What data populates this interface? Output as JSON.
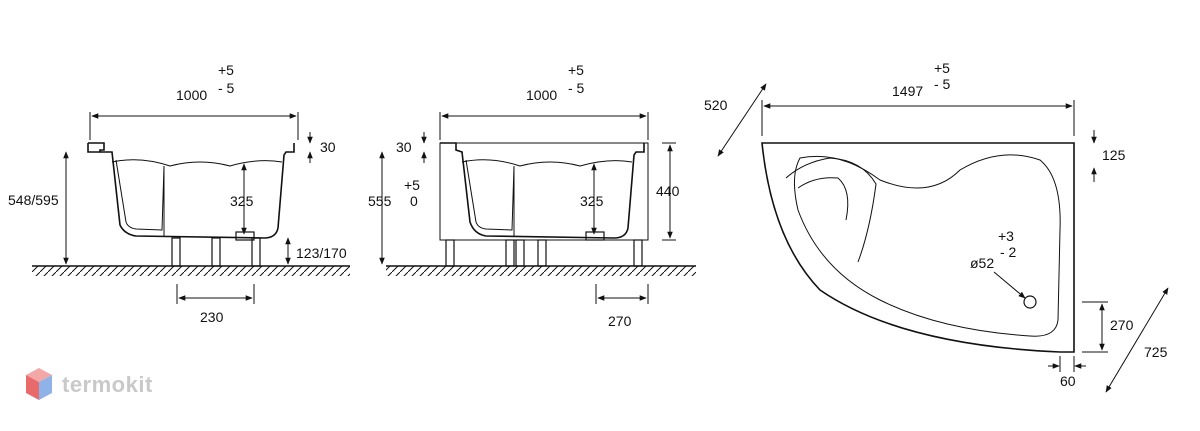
{
  "view_front_left": {
    "width_label": "1000",
    "width_tol_plus": "+5",
    "width_tol_minus": "- 5",
    "rim_label": "30",
    "height_label": "548/595",
    "depth_label": "325",
    "legs_label": "123/170",
    "spacing_label": "230"
  },
  "view_front_right": {
    "width_label": "1000",
    "width_tol_plus": "+5",
    "width_tol_minus": "- 5",
    "rim_label": "30",
    "height_label": "555",
    "height_tol_plus": "+5",
    "height_tol_minus": "0",
    "depth_label": "325",
    "panel_label": "440",
    "offset_label": "270"
  },
  "view_top": {
    "length_label": "1497",
    "length_tol_plus": "+5",
    "length_tol_minus": "- 5",
    "diag_label": "520",
    "right_rim_label": "125",
    "drain_label": "ø52",
    "drain_tol_plus": "+3",
    "drain_tol_minus": "- 2",
    "drain_offset_label": "270",
    "edge_label": "60",
    "depth_diag_label": "725"
  },
  "logo": {
    "text": "termokit",
    "colors": {
      "top": "#f4a7a7",
      "left": "#e96a6a",
      "right": "#8fb3e8"
    }
  }
}
